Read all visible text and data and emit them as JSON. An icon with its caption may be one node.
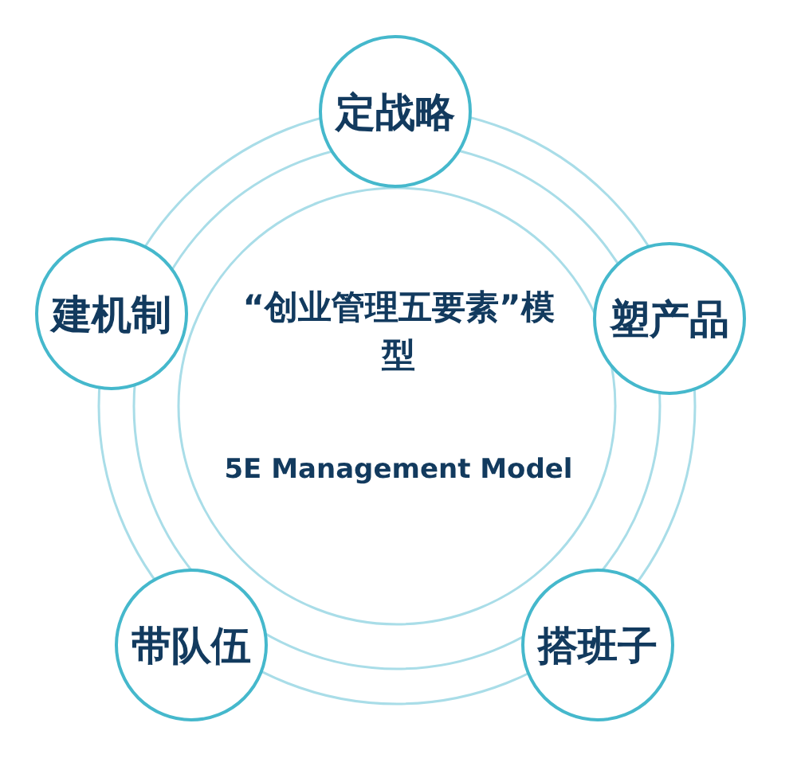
{
  "diagram": {
    "nodes": [
      {
        "text": [
          "定战略"
        ]
      },
      {
        "text": [
          "塑产品"
        ]
      },
      {
        "text": [
          "搭班子"
        ]
      },
      {
        "text": [
          "带队伍"
        ]
      },
      {
        "text": [
          "建机制"
        ]
      }
    ],
    "labels": [
      "“创业管理五要素”模型",
      "5E Management Model"
    ]
  }
}
